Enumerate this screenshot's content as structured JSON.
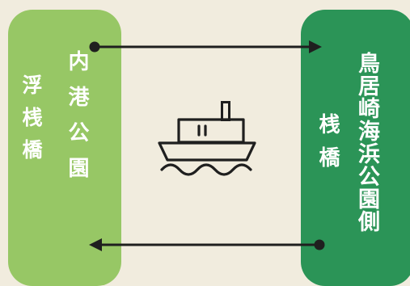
{
  "left_pier": {
    "inner_label": "内港公園",
    "outer_label": "浮桟橋",
    "color": "#97c765"
  },
  "right_pier": {
    "inner_label": "桟橋",
    "outer_label": "鳥居崎海浜公園側",
    "color": "#2b9457"
  },
  "background_color": "#f1ecde",
  "arrow_color": "#1f1f1f",
  "center_icon": "ferry-boat-icon"
}
